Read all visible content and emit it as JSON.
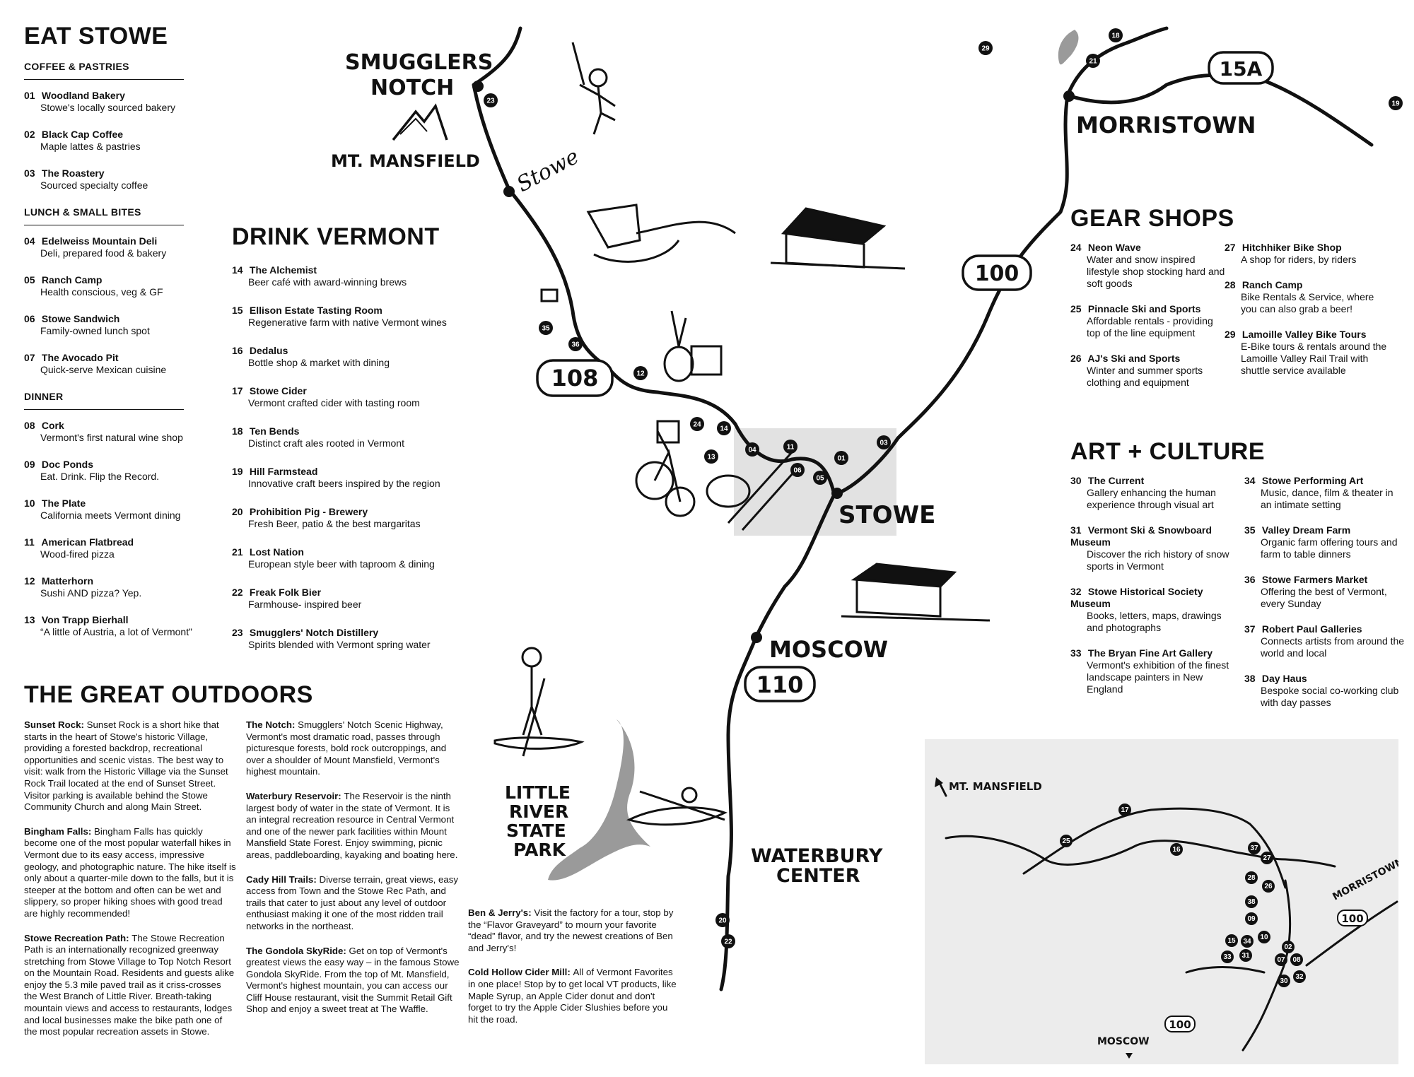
{
  "eat": {
    "title": "EAT STOWE",
    "coffee_heading": "COFFEE & PASTRIES",
    "coffee": [
      {
        "num": "01",
        "name": "Woodland Bakery",
        "desc": "Stowe's locally sourced bakery"
      },
      {
        "num": "02",
        "name": "Black Cap Coffee",
        "desc": "Maple lattes & pastries"
      },
      {
        "num": "03",
        "name": "The Roastery",
        "desc": "Sourced specialty coffee"
      }
    ],
    "lunch_heading": "LUNCH & SMALL BITES",
    "lunch": [
      {
        "num": "04",
        "name": "Edelweiss Mountain Deli",
        "desc": "Deli, prepared food & bakery"
      },
      {
        "num": "05",
        "name": "Ranch Camp",
        "desc": "Health conscious, veg & GF"
      },
      {
        "num": "06",
        "name": "Stowe Sandwich",
        "desc": "Family-owned lunch spot"
      },
      {
        "num": "07",
        "name": "The Avocado Pit",
        "desc": "Quick-serve Mexican cuisine"
      }
    ],
    "dinner_heading": "DINNER",
    "dinner": [
      {
        "num": "08",
        "name": "Cork",
        "desc": "Vermont's first natural wine shop"
      },
      {
        "num": "09",
        "name": "Doc Ponds",
        "desc": "Eat. Drink. Flip the Record."
      },
      {
        "num": "10",
        "name": "The Plate",
        "desc": "California meets Vermont dining"
      },
      {
        "num": "11",
        "name": "American Flatbread",
        "desc": "Wood-fired pizza"
      },
      {
        "num": "12",
        "name": "Matterhorn",
        "desc": "Sushi AND pizza? Yep."
      },
      {
        "num": "13",
        "name": "Von Trapp Bierhall",
        "desc": "“A little of Austria, a lot of Vermont”"
      }
    ]
  },
  "drink": {
    "title": "DRINK VERMONT",
    "items": [
      {
        "num": "14",
        "name": "The Alchemist",
        "desc": "Beer café with award-winning brews"
      },
      {
        "num": "15",
        "name": "Ellison Estate Tasting Room",
        "desc": "Regenerative farm with native Vermont wines"
      },
      {
        "num": "16",
        "name": "Dedalus",
        "desc": "Bottle shop & market with dining"
      },
      {
        "num": "17",
        "name": "Stowe Cider",
        "desc": "Vermont crafted cider with tasting room"
      },
      {
        "num": "18",
        "name": "Ten Bends",
        "desc": "Distinct craft ales rooted in Vermont"
      },
      {
        "num": "19",
        "name": "Hill Farmstead",
        "desc": "Innovative craft beers inspired by the region"
      },
      {
        "num": "20",
        "name": "Prohibition Pig - Brewery",
        "desc": "Fresh Beer, patio & the best margaritas"
      },
      {
        "num": "21",
        "name": "Lost Nation",
        "desc": "European style beer with taproom & dining"
      },
      {
        "num": "22",
        "name": "Freak Folk Bier",
        "desc": "Farmhouse- inspired beer"
      },
      {
        "num": "23",
        "name": "Smugglers' Notch Distillery",
        "desc": "Spirits blended with Vermont spring water"
      }
    ]
  },
  "gear": {
    "title": "GEAR SHOPS",
    "col1": [
      {
        "num": "24",
        "name": "Neon Wave",
        "desc": "Water and snow inspired lifestyle shop stocking hard and soft goods"
      },
      {
        "num": "25",
        "name": "Pinnacle Ski and Sports",
        "desc": "Affordable rentals - providing top of the line equipment"
      },
      {
        "num": "26",
        "name": "AJ's Ski and Sports",
        "desc": "Winter and summer sports clothing and equipment"
      }
    ],
    "col2": [
      {
        "num": "27",
        "name": "Hitchhiker Bike Shop",
        "desc": "A shop for riders, by riders"
      },
      {
        "num": "28",
        "name": "Ranch Camp",
        "desc": "Bike Rentals & Service, where you can also grab a beer!"
      },
      {
        "num": "29",
        "name": "Lamoille Valley Bike Tours",
        "desc": "E-Bike tours & rentals around the Lamoille Valley Rail Trail with shuttle service available"
      }
    ]
  },
  "art": {
    "title": "ART + CULTURE",
    "col1": [
      {
        "num": "30",
        "name": "The Current",
        "desc": "Gallery enhancing the human experience through visual art"
      },
      {
        "num": "31",
        "name": "Vermont Ski & Snowboard Museum",
        "desc": "Discover the rich history of snow sports in Vermont"
      },
      {
        "num": "32",
        "name": "Stowe Historical Society Museum",
        "desc": "Books, letters, maps, drawings and photographs"
      },
      {
        "num": "33",
        "name": "The Bryan Fine Art Gallery",
        "desc": "Vermont's exhibition of the finest landscape painters in New England"
      }
    ],
    "col2": [
      {
        "num": "34",
        "name": "Stowe Performing Art",
        "desc": "Music, dance, film & theater in an intimate setting"
      },
      {
        "num": "35",
        "name": "Valley Dream Farm",
        "desc": "Organic farm offering tours and farm to table dinners"
      },
      {
        "num": "36",
        "name": "Stowe Farmers Market",
        "desc": "Offering the best of Vermont, every Sunday"
      },
      {
        "num": "37",
        "name": "Robert Paul Galleries",
        "desc": "Connects artists from around the world and local"
      },
      {
        "num": "38",
        "name": "Day Haus",
        "desc": "Bespoke social co-working club with day passes"
      }
    ]
  },
  "outdoors": {
    "title": "THE GREAT OUTDOORS",
    "col1": [
      {
        "name": "Sunset Rock:",
        "text": "Sunset Rock is a short hike that starts in the heart of Stowe's historic Village, providing a forested backdrop, recreational opportunities and scenic vistas. The best way to visit: walk from the Historic Village via the Sunset Rock Trail located at the end of Sunset Street. Visitor parking is available behind the Stowe Community Church and along Main Street."
      },
      {
        "name": "Bingham Falls:",
        "text": "Bingham Falls has quickly become one of the most popular waterfall hikes in Vermont due to its easy access, impressive geology, and photographic nature. The hike itself is only about a quarter-mile down to the falls, but it is steeper at the bottom and often can be wet and slippery, so proper hiking shoes with good tread are highly recommended!"
      },
      {
        "name": "Stowe Recreation Path:",
        "text": "The Stowe Recreation Path is an internationally recognized greenway stretching from Stowe Village to Top Notch Resort on the Mountain Road. Residents and guests alike enjoy the 5.3 mile paved trail as it criss-crosses the West Branch of Little River. Breath-taking mountain views and access to restaurants, lodges and local businesses make the bike path one of the most popular recreation assets in Stowe."
      }
    ],
    "col2": [
      {
        "name": "The Notch:",
        "text": "Smugglers' Notch Scenic Highway, Vermont's most dramatic road, passes through picturesque forests, bold rock outcroppings, and over a shoulder of Mount Mansfield, Vermont's highest mountain."
      },
      {
        "name": "Waterbury Reservoir:",
        "text": "The Reservoir is the ninth largest body of water in the state of Vermont. It is an integral recreation resource in Central Vermont and one of the newer park facilities within Mount Mansfield State Forest. Enjoy swimming, picnic areas, paddleboarding, kayaking and boating here."
      },
      {
        "name": "Cady Hill Trails:",
        "text": "Diverse terrain, great views, easy access from Town and the Stowe Rec Path, and trails that cater to just about any level of outdoor enthusiast making it one of the most ridden trail networks in the northeast."
      },
      {
        "name": "The Gondola SkyRide:",
        "text": "Get on top of Vermont's greatest views the easy way – in the famous Stowe Gondola SkyRide. From the top of Mt. Mansfield, Vermont's highest mountain, you can access our Cliff House restaurant, visit the Summit Retail Gift Shop and enjoy a sweet treat at The Waffle."
      }
    ],
    "col3": [
      {
        "name": "Ben & Jerry's:",
        "text": "Visit the factory for a tour, stop by the “Flavor Graveyard” to mourn your favorite “dead” flavor, and try the newest creations of Ben and Jerry's!"
      },
      {
        "name": "Cold Hollow Cider Mill:",
        "text": "All of Vermont Favorites in one place! Stop by to get local VT products, like Maple Syrup, an Apple Cider donut and don't forget to try the Apple Cider Slushies before you hit the road."
      }
    ]
  },
  "map": {
    "places": {
      "smugglers": "SMUGGLERS",
      "notch": "NOTCH",
      "mansfield": "MT. MANSFIELD",
      "stowe_small": "Stowe",
      "morristown": "MORRISTOWN",
      "stowe": "STOWE",
      "moscow": "MOSCOW",
      "little": "LITTLE",
      "river": "RIVER",
      "state": "STATE",
      "park": "PARK",
      "waterbury": "WATERBURY",
      "center": "CENTER"
    },
    "routes": {
      "r15a": "15A",
      "r100": "100",
      "r108": "108",
      "r110": "110"
    },
    "inset": {
      "mansfield": "MT. MANSFIELD",
      "morristown": "MORRISTOWN",
      "moscow": "MOSCOW",
      "r100a": "100",
      "r100b": "100"
    },
    "colors": {
      "ink": "#111111",
      "water": "#9a9a9a",
      "highlight": "#e2e2e2",
      "inset_bg": "#ececec"
    }
  }
}
